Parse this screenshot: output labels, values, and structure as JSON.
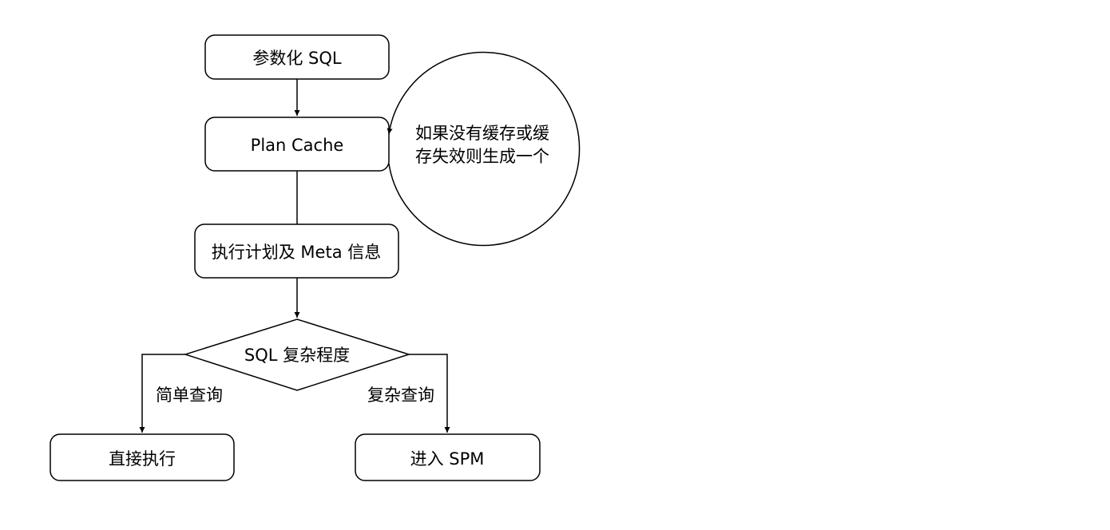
{
  "nodes": {
    "parameterize": "参数化 SQL",
    "plan_cache": "Plan Cache",
    "exec_plan": "执行计划及 Meta 信息",
    "complexity": "SQL 复杂程度",
    "direct_exec": "直接执行",
    "enter_spm": "进入 SPM"
  },
  "loop_note": {
    "line1": "如果没有缓存或缓",
    "line2": "存失效则生成一个"
  },
  "edges": {
    "simple": "简单查询",
    "complex": "复杂查询"
  }
}
